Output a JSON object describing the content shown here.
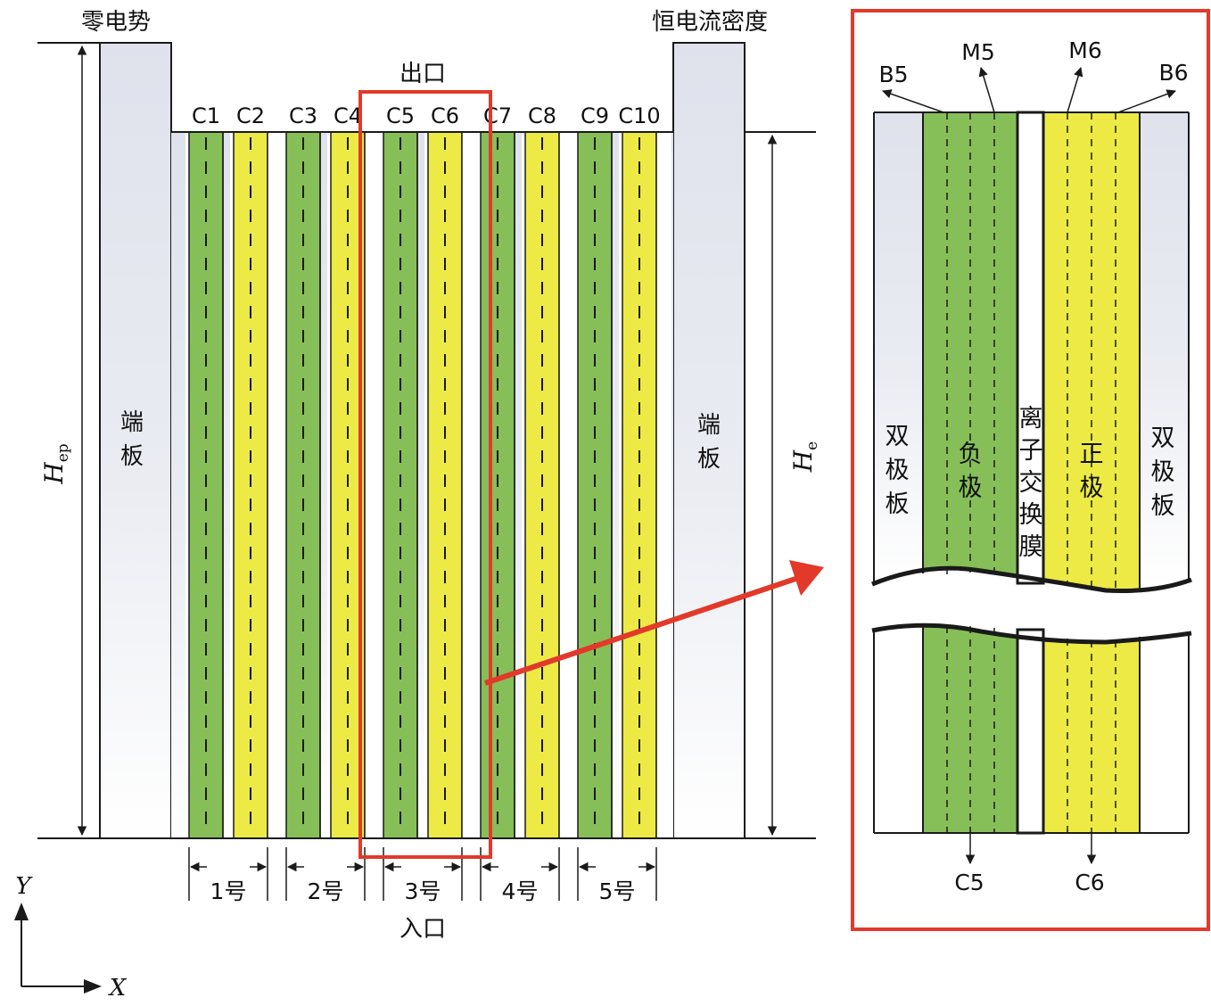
{
  "labels": {
    "zero_potential": "零电势",
    "const_current": "恒电流密度",
    "outlet": "出口",
    "inlet": "入口",
    "end_plate_left": [
      "端",
      "板"
    ],
    "end_plate_right": [
      "端",
      "板"
    ],
    "H_ep": {
      "main": "H",
      "sub": "ep"
    },
    "H_e": {
      "main": "H",
      "sub": "e"
    },
    "axis_x": "X",
    "axis_y": "Y"
  },
  "cells": [
    "C1",
    "C2",
    "C3",
    "C4",
    "C5",
    "C6",
    "C7",
    "C8",
    "C9",
    "C10"
  ],
  "cell_types": [
    "neg",
    "pos",
    "neg",
    "pos",
    "neg",
    "pos",
    "neg",
    "pos",
    "neg",
    "pos"
  ],
  "units": [
    "1号",
    "2号",
    "3号",
    "4号",
    "5号"
  ],
  "detail": {
    "B5": "B5",
    "M5": "M5",
    "M6": "M6",
    "B6": "B6",
    "C5": "C5",
    "C6": "C6",
    "bipolar_left": [
      "双",
      "极",
      "板"
    ],
    "negative": [
      "负",
      "极"
    ],
    "membrane": [
      "离",
      "子",
      "交",
      "换",
      "膜"
    ],
    "positive": [
      "正",
      "极"
    ],
    "bipolar_right": [
      "双",
      "极",
      "板"
    ]
  },
  "colors": {
    "negative_green": "#86bf57",
    "positive_yellow": "#edea45",
    "highlight_red": "#e2392b",
    "plate_gray": "#e1e3ec",
    "line": "#1a1a1a"
  }
}
